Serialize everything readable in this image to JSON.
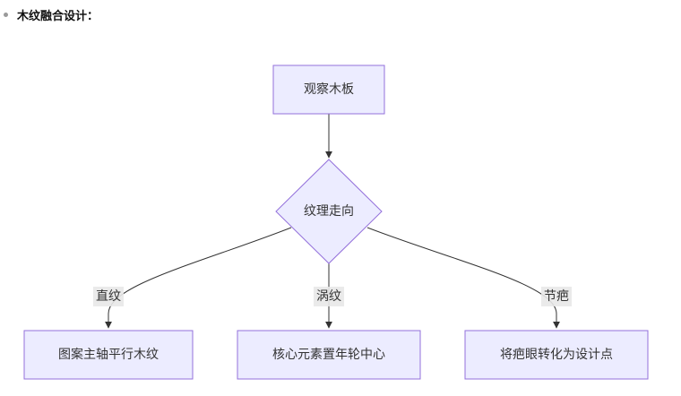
{
  "section": {
    "title": "木纹融合设计："
  },
  "diagram": {
    "nodes": [
      {
        "id": "observe",
        "label": "观察木板",
        "shape": "rect"
      },
      {
        "id": "grain",
        "label": "纹理走向",
        "shape": "diamond"
      },
      {
        "id": "parallel",
        "label": "图案主轴平行木纹",
        "shape": "rect"
      },
      {
        "id": "ring",
        "label": "核心元素置年轮中心",
        "shape": "rect"
      },
      {
        "id": "knot",
        "label": "将疤眼转化为设计点",
        "shape": "rect"
      }
    ],
    "edges": [
      {
        "from": "observe",
        "to": "grain"
      },
      {
        "from": "grain",
        "to": "parallel",
        "label": "直纹"
      },
      {
        "from": "grain",
        "to": "ring",
        "label": "涡纹"
      },
      {
        "from": "grain",
        "to": "knot",
        "label": "节疤"
      }
    ],
    "colors": {
      "node_fill": "#ECECFF",
      "node_stroke": "#9370DB",
      "edge": "#333333",
      "label_bg": "#E8E8E8"
    }
  }
}
